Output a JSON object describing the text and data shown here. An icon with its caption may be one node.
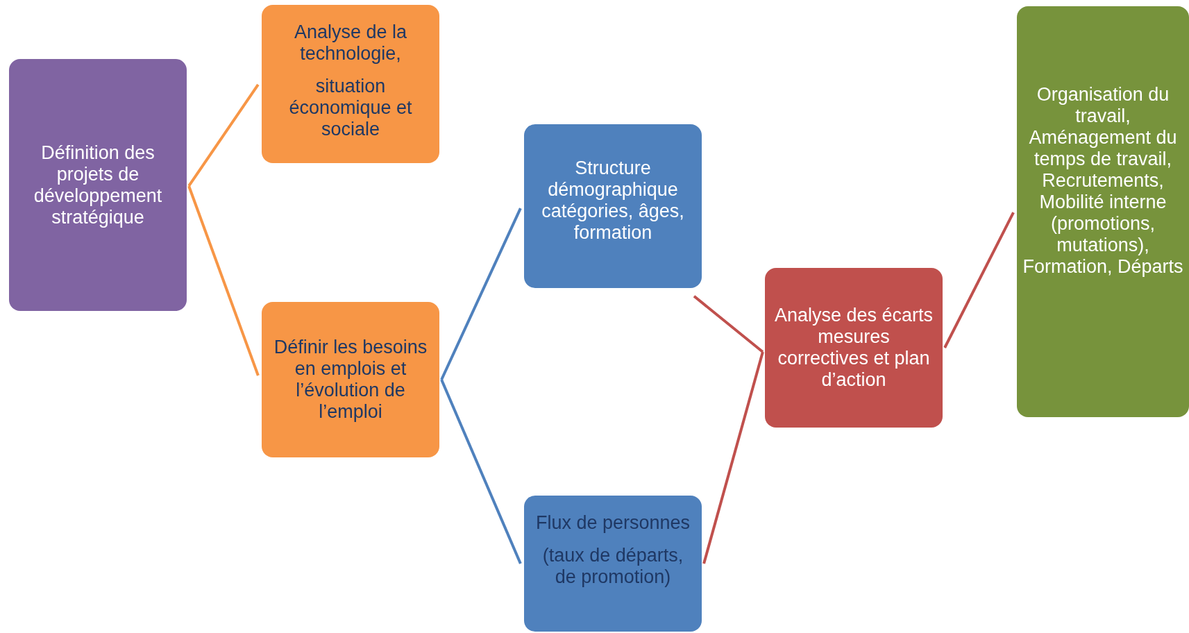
{
  "diagram": {
    "nodes": [
      {
        "text": [
          "Définition des projets de développement stratégique"
        ]
      },
      {
        "text": [
          "Analyse de la technologie,",
          "situation économique et sociale"
        ]
      },
      {
        "text": [
          "Définir  les besoins en emplois et l’évolution de l’emploi"
        ]
      },
      {
        "text": [
          "Structure démographique catégories, âges, formation"
        ]
      },
      {
        "text": [
          "Flux de personnes",
          "(taux de départs, de promotion)"
        ]
      },
      {
        "text": [
          "Analyse des écarts mesures correctives et plan d’action"
        ]
      },
      {
        "text": [
          "Organisation du travail, Aménagement du temps de travail, Recrutements, Mobilité interne (promotions, mutations), Formation, Départs"
        ]
      }
    ],
    "edges": [
      {
        "from": 0,
        "to": 1,
        "arrow": "none",
        "color": "#f79646"
      },
      {
        "from": 0,
        "to": 2,
        "arrow": "none",
        "color": "#f79646"
      },
      {
        "from": 2,
        "to": 3,
        "arrow": "none",
        "color": "#4f81bd"
      },
      {
        "from": 2,
        "to": 4,
        "arrow": "none",
        "color": "#4f81bd"
      },
      {
        "from": 3,
        "to": 5,
        "arrow": "none",
        "color": "#c0504d"
      },
      {
        "from": 4,
        "to": 5,
        "arrow": "none",
        "color": "#c0504d"
      },
      {
        "from": 5,
        "to": 6,
        "arrow": "none",
        "color": "#c0504d"
      }
    ]
  }
}
